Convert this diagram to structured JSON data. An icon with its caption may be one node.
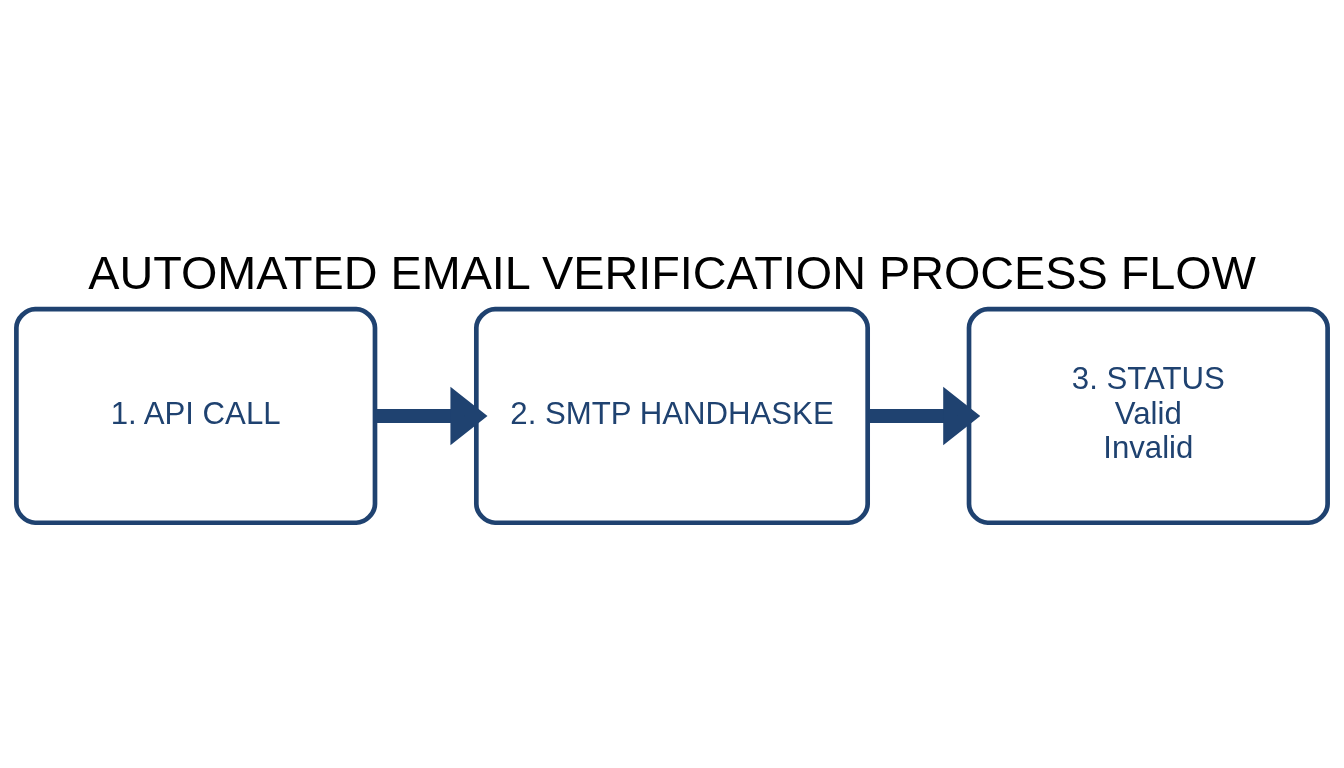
{
  "diagram": {
    "title": "AUTOMATED EMAIL VERIFICATION PROCESS FLOW",
    "nodes": [
      {
        "text": [
          "1. API CALL"
        ]
      },
      {
        "text": [
          "2. SMTP HANDHASKE"
        ]
      },
      {
        "text": [
          "3. STATUS",
          "Valid",
          "Invalid"
        ]
      }
    ],
    "edges": [
      {
        "from": 0,
        "to": 1,
        "arrow": "to"
      },
      {
        "from": 1,
        "to": 2,
        "arrow": "to"
      }
    ]
  }
}
